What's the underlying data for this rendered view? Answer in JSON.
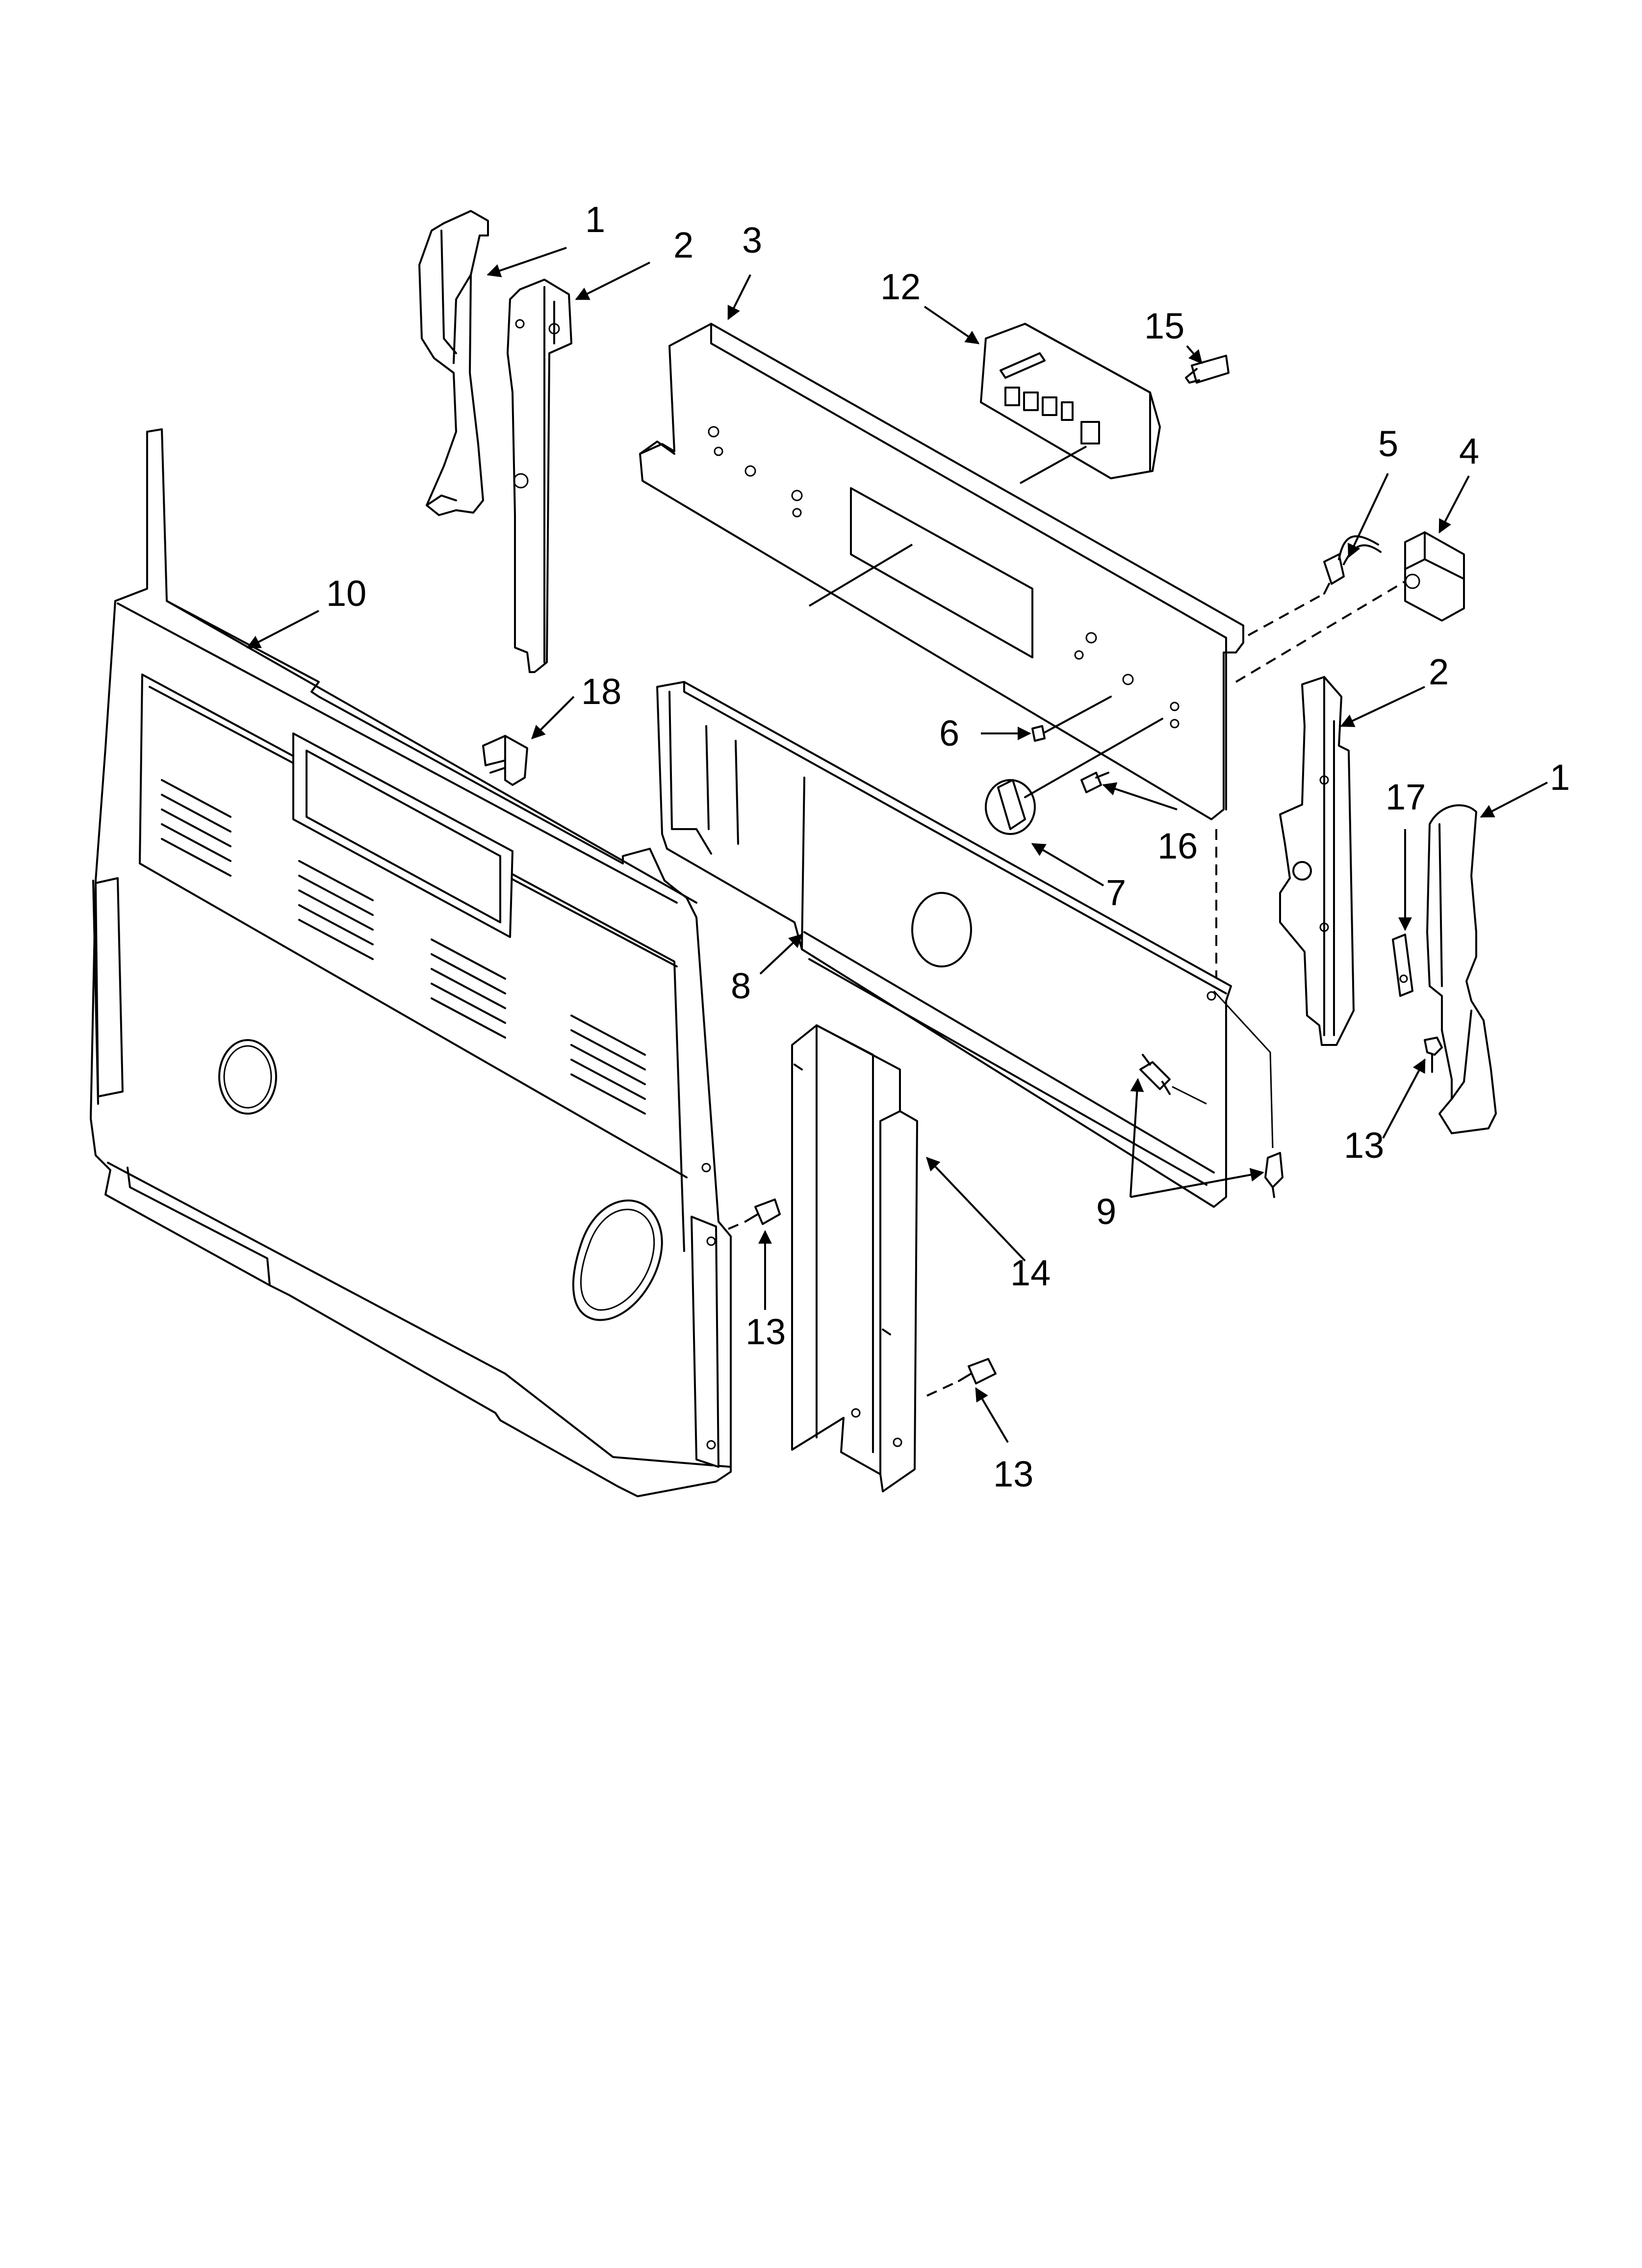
{
  "callouts": {
    "c1a": "1",
    "c2a": "2",
    "c3": "3",
    "c12": "12",
    "c15": "15",
    "c5": "5",
    "c4": "4",
    "c10": "10",
    "c18": "18",
    "c6": "6",
    "c16": "16",
    "c7": "7",
    "c2b": "2",
    "c17": "17",
    "c1b": "1",
    "c8": "8",
    "c13a": "13",
    "c9": "9",
    "c14": "14",
    "c13b": "13",
    "c13c": "13"
  }
}
